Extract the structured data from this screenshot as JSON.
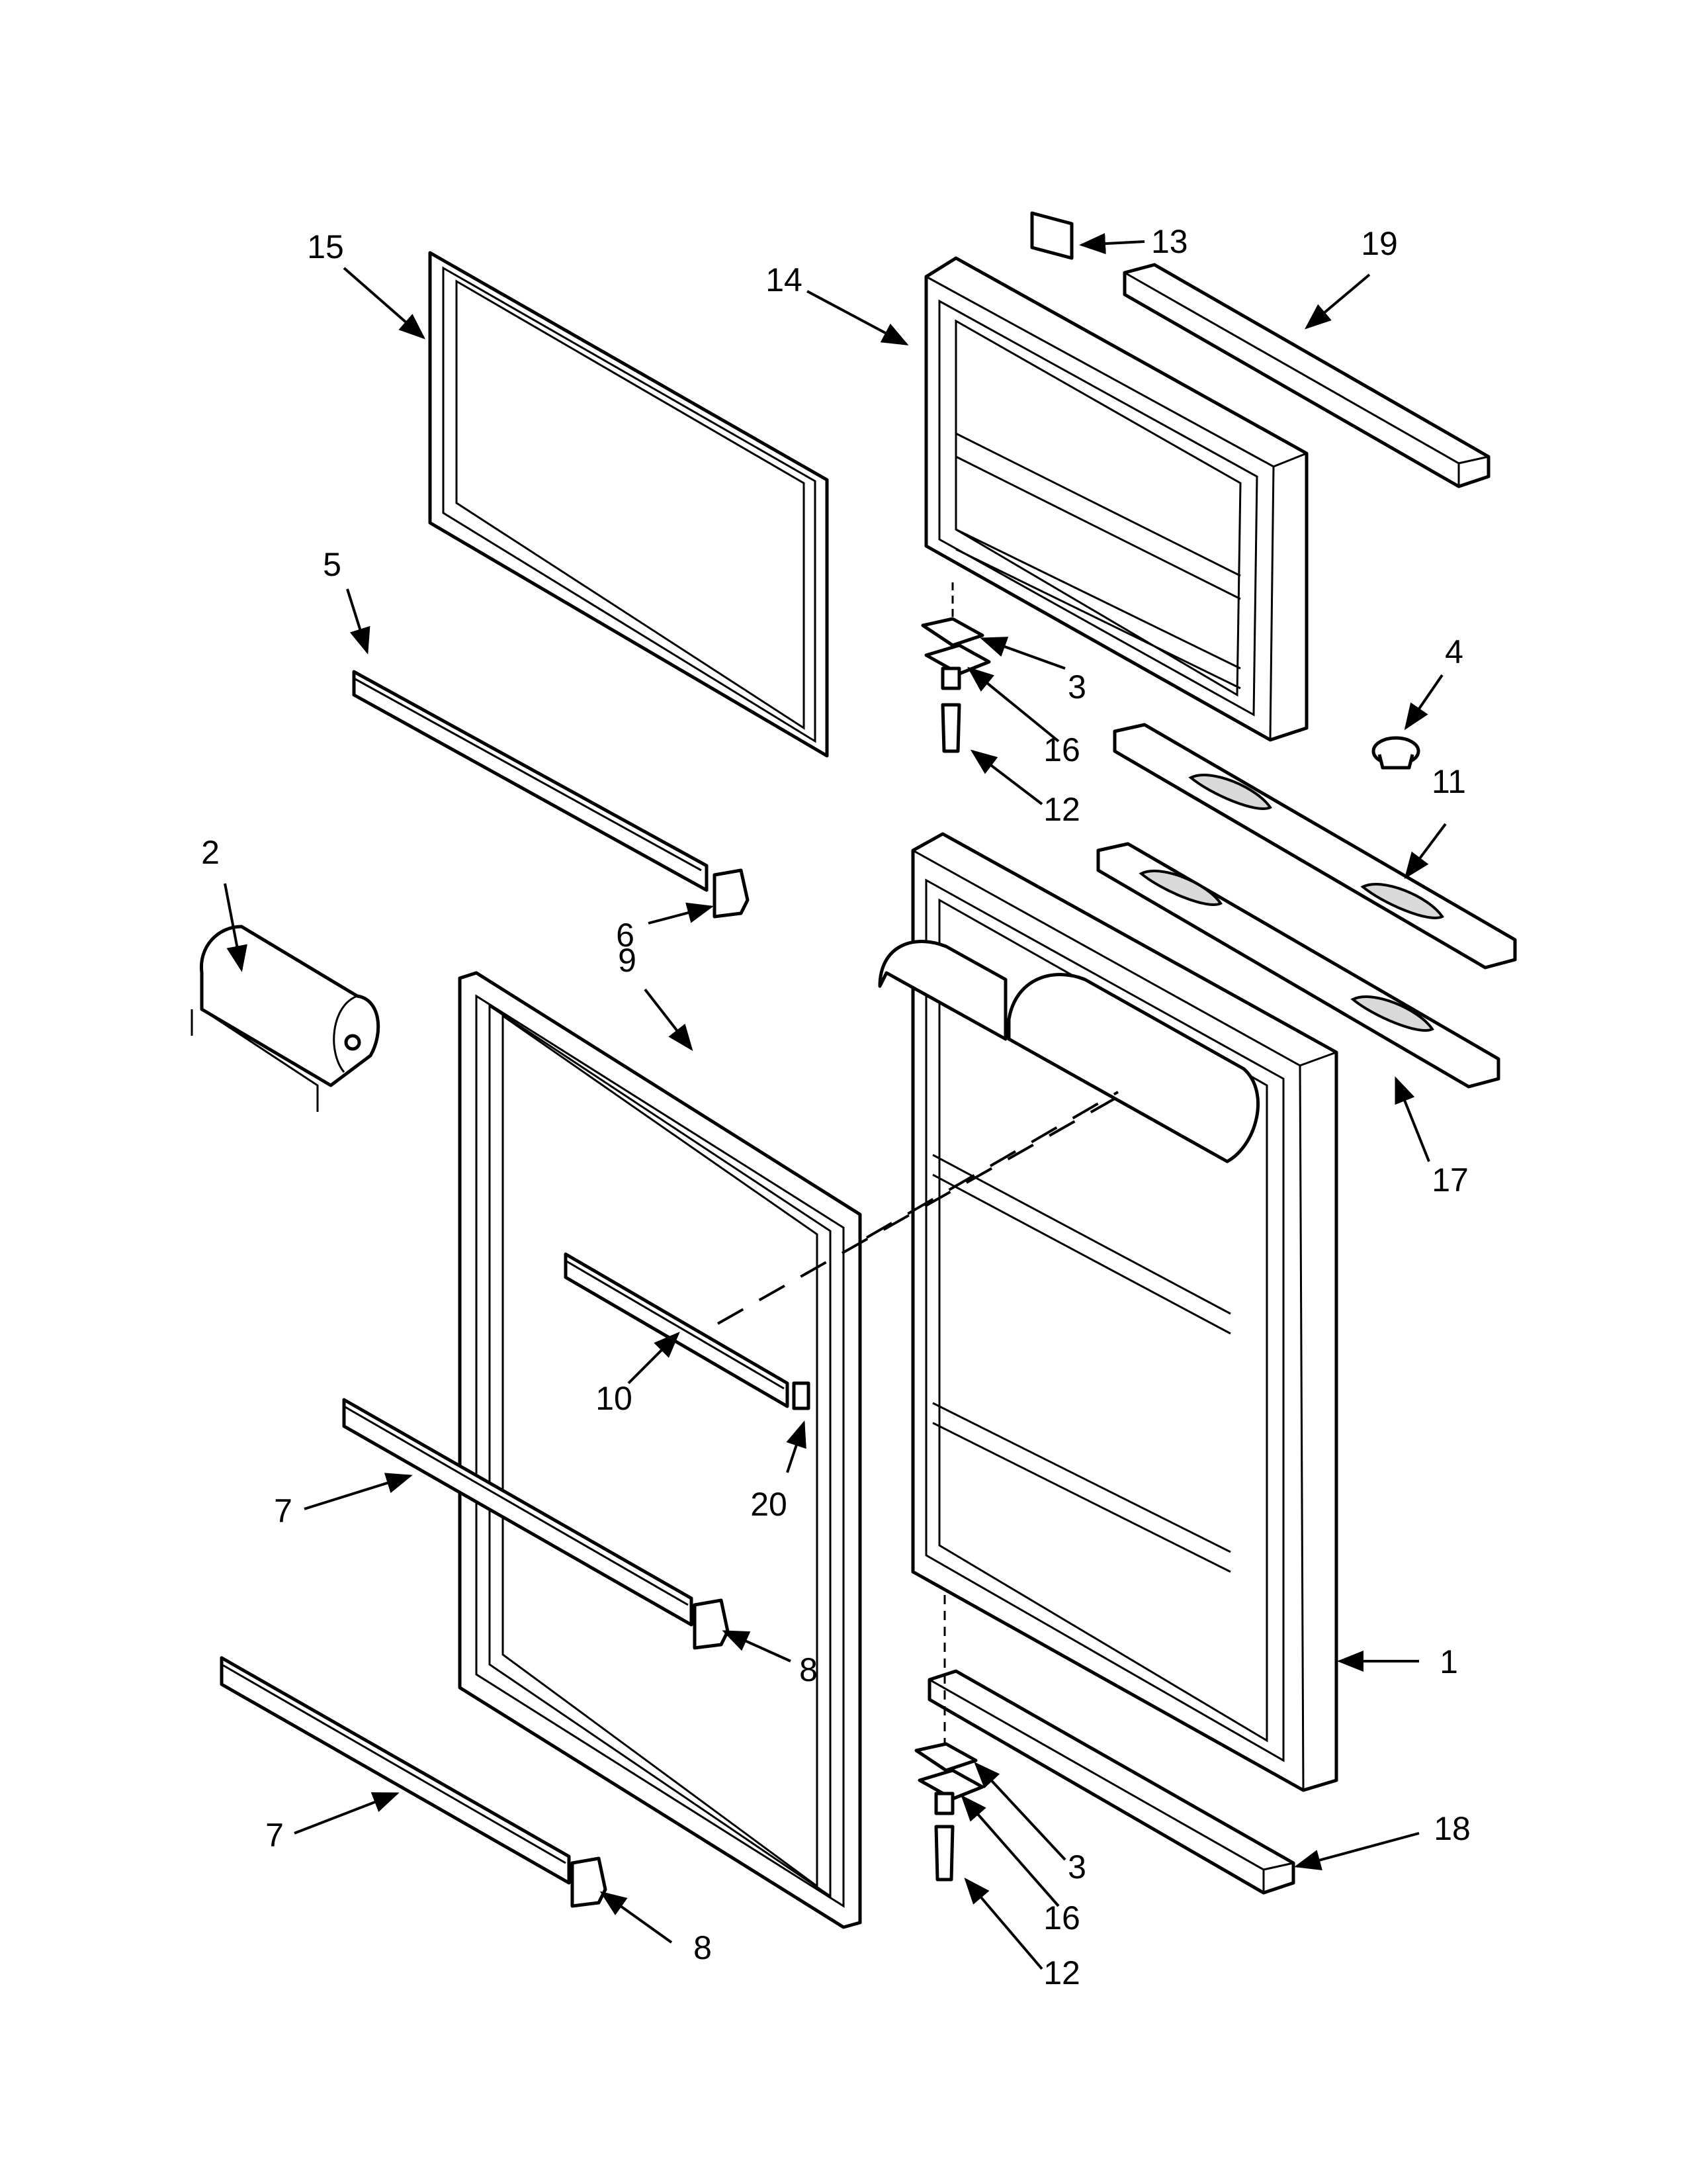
{
  "callouts": [
    {
      "id": "1",
      "text": "1"
    },
    {
      "id": "2",
      "text": "2"
    },
    {
      "id": "3a",
      "text": "3"
    },
    {
      "id": "3b",
      "text": "3"
    },
    {
      "id": "4",
      "text": "4"
    },
    {
      "id": "5",
      "text": "5"
    },
    {
      "id": "6",
      "text": "6"
    },
    {
      "id": "7a",
      "text": "7"
    },
    {
      "id": "7b",
      "text": "7"
    },
    {
      "id": "8a",
      "text": "8"
    },
    {
      "id": "8b",
      "text": "8"
    },
    {
      "id": "9",
      "text": "9"
    },
    {
      "id": "10",
      "text": "10"
    },
    {
      "id": "11",
      "text": "11"
    },
    {
      "id": "12a",
      "text": "12"
    },
    {
      "id": "12b",
      "text": "12"
    },
    {
      "id": "13",
      "text": "13"
    },
    {
      "id": "14",
      "text": "14"
    },
    {
      "id": "15",
      "text": "15"
    },
    {
      "id": "16a",
      "text": "16"
    },
    {
      "id": "16b",
      "text": "16"
    },
    {
      "id": "17",
      "text": "17"
    },
    {
      "id": "18",
      "text": "18"
    },
    {
      "id": "19",
      "text": "19"
    },
    {
      "id": "20",
      "text": "20"
    }
  ]
}
